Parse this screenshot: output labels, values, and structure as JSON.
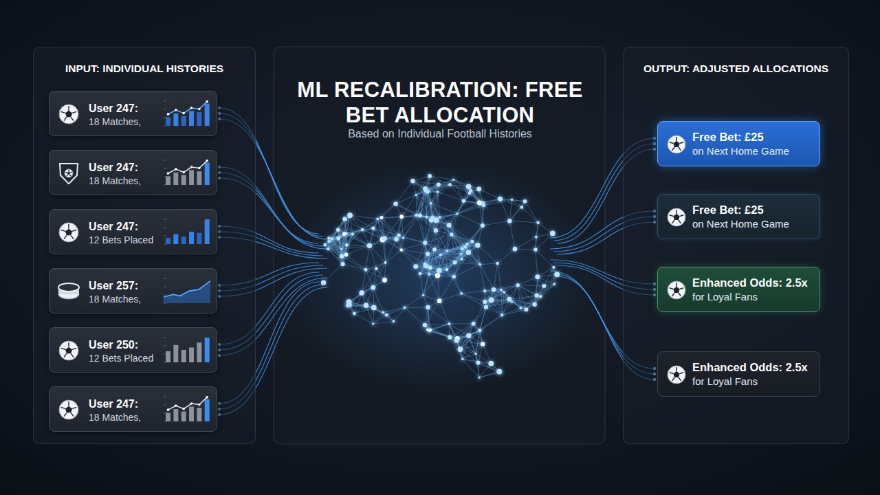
{
  "diagram": {
    "title": "ML RECALIBRATION: FREE BET ALLOCATION",
    "nodes": [
      {
        "text": [
          "INPUT: INDIVIDUAL HISTORIES"
        ]
      },
      {
        "text": [
          "User 247:",
          "18 Matches,"
        ],
        "in": 0
      },
      {
        "text": [
          "User 247:",
          "18 Matches,"
        ],
        "in": 0
      },
      {
        "text": [
          "User 247:",
          "12 Bets Placed"
        ],
        "in": 0
      },
      {
        "text": [
          "User 257:",
          "18 Matches,"
        ],
        "in": 0
      },
      {
        "text": [
          "User 250:",
          "12 Bets Placed"
        ],
        "in": 0
      },
      {
        "text": [
          "User 247:",
          "18 Matches,"
        ],
        "in": 0
      },
      {
        "text": [
          "OUTPUT: ADJUSTED ALLOCATIONS"
        ]
      },
      {
        "text": [
          "Free Bet: £25",
          "on Next Home Game"
        ],
        "in": 7
      },
      {
        "text": [
          "Free Bet: £25",
          "on Next Home Game"
        ],
        "in": 7
      },
      {
        "text": [
          "Enhanced Odds: 2.5x",
          "for Loyal Fans"
        ],
        "in": 7
      },
      {
        "text": [
          "Enhanced Odds: 2.5x",
          "for Loyal Fans"
        ],
        "in": 7
      }
    ],
    "labels": [
      "Based on Individual Football Histories"
    ]
  }
}
